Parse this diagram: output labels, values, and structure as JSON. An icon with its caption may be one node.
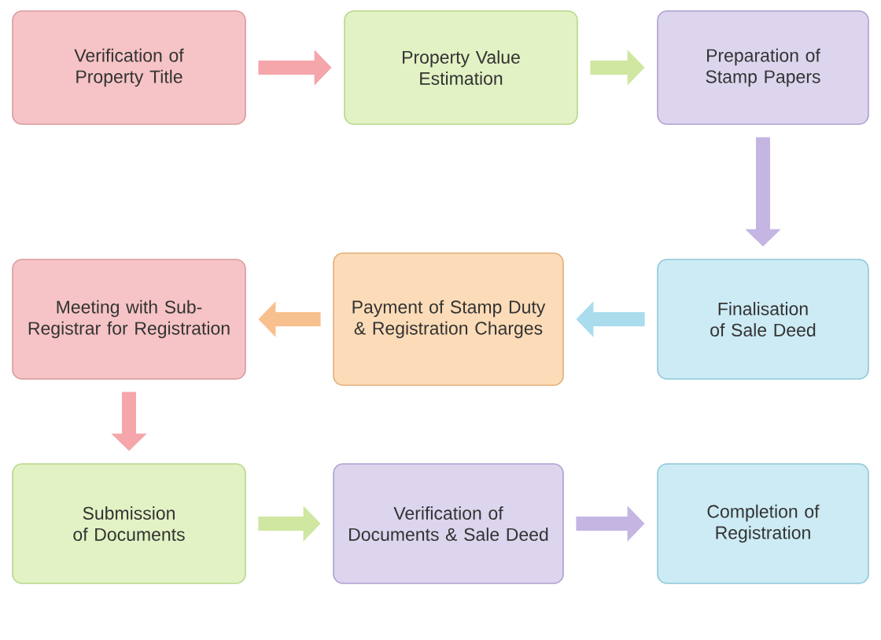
{
  "diagram": {
    "nodes": [
      {
        "text": [
          "Verification of Property Title"
        ]
      },
      {
        "text": [
          "Property Value Estimation"
        ]
      },
      {
        "text": [
          "Preparation of Stamp Papers"
        ]
      },
      {
        "text": [
          "Meeting with Sub-Registrar for Registration"
        ]
      },
      {
        "text": [
          "Payment of Stamp Duty & Registration Charges"
        ]
      },
      {
        "text": [
          "Finalisation of Sale Deed"
        ]
      },
      {
        "text": [
          "Submission of Documents"
        ]
      },
      {
        "text": [
          "Verification of Documents & Sale Deed"
        ]
      },
      {
        "text": [
          "Completion of Registration"
        ]
      }
    ],
    "edges": [
      {
        "from": 0,
        "to": 1,
        "arrow": "to",
        "color": "#f4a6aa"
      },
      {
        "from": 1,
        "to": 2,
        "arrow": "to",
        "color": "#cfe7a0"
      },
      {
        "from": 2,
        "to": 5,
        "arrow": "to",
        "color": "#c4b5e3"
      },
      {
        "from": 5,
        "to": 4,
        "arrow": "to",
        "color": "#a9dcec"
      },
      {
        "from": 4,
        "to": 3,
        "arrow": "to",
        "color": "#f8c08e"
      },
      {
        "from": 3,
        "to": 6,
        "arrow": "to",
        "color": "#f4a6aa"
      },
      {
        "from": 6,
        "to": 7,
        "arrow": "to",
        "color": "#cfe7a0"
      },
      {
        "from": 7,
        "to": 8,
        "arrow": "to",
        "color": "#c4b5e3"
      }
    ]
  }
}
